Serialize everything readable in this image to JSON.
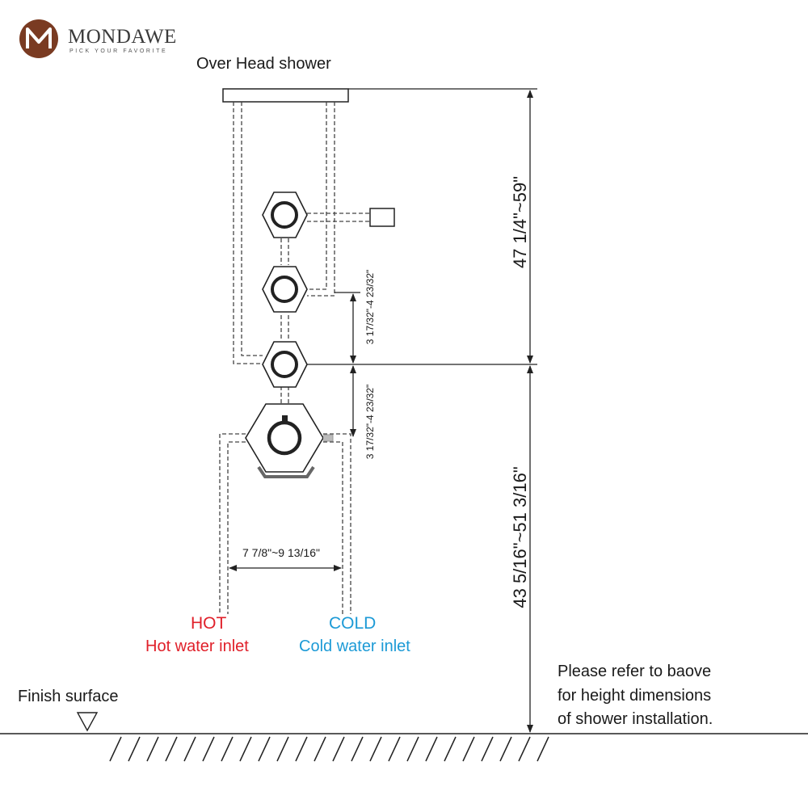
{
  "brand": {
    "name": "MONDAWE",
    "tagline": "PICK YOUR FAVORITE",
    "logo_mark": "M",
    "logo_color": "#7a3b22"
  },
  "labels": {
    "overhead": "Over Head shower",
    "dim_total_upper": "47 1/4\"~59\"",
    "dim_total_lower": "43 5/16\"~51 3/16\"",
    "dim_spacing_1": "3 17/32\"-4 23/32\"",
    "dim_spacing_2": "3 17/32\"-4 23/32\"",
    "dim_width": "7 7/8\"~9 13/16\"",
    "hot": "HOT",
    "hot_desc": "Hot water inlet",
    "cold": "COLD",
    "cold_desc": "Cold water inlet",
    "finish": "Finish surface",
    "note_line1": "Please refer to baove",
    "note_line2": "for height dimensions",
    "note_line3": "of shower installation."
  },
  "colors": {
    "hot": "#e0202a",
    "cold": "#1c9ad6",
    "line": "#222222"
  }
}
